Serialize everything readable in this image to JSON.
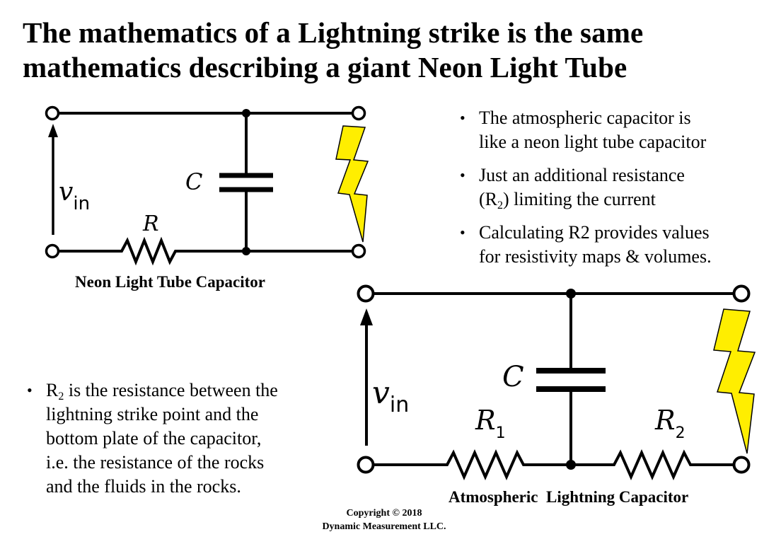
{
  "title": {
    "line1": "The mathematics of a Lightning strike is the same",
    "line2": "mathematics describing a giant Neon Light Tube"
  },
  "bullets_top": [
    {
      "lines": [
        "The atmospheric capacitor is",
        "like a neon light tube capacitor"
      ]
    },
    {
      "line1_pre": "Just an additional resistance",
      "line2_pre": "(R",
      "line2_sub": "2",
      "line2_post": ") limiting the current"
    },
    {
      "lines": [
        "Calculating R2 provides values",
        "for resistivity maps & volumes."
      ]
    }
  ],
  "bullet_bottom": {
    "pre": "R",
    "sub": "2",
    "line1_post": " is the resistance between the",
    "lines": [
      "lightning strike point and the",
      "bottom plate of the capacitor,",
      "i.e. the resistance of the rocks",
      "and the fluids in the rocks."
    ]
  },
  "circuit_neon": {
    "caption": "Neon Light Tube Capacitor",
    "capacitor_label": "C",
    "resistor_label": "R",
    "voltage_label": "v",
    "voltage_sub": "in"
  },
  "circuit_atmospheric": {
    "caption": "Atmospheric  Lightning Capacitor",
    "capacitor_label": "C",
    "resistor1_label": "R",
    "resistor1_sub": "1",
    "resistor2_label": "R",
    "resistor2_sub": "2",
    "voltage_label": "v",
    "voltage_sub": "in"
  },
  "copyright": {
    "line1": "Copyright  © 2018",
    "line2": "Dynamic Measurement LLC."
  },
  "colors": {
    "lightning_fill": "#ffee00",
    "wire": "#000000",
    "background": "#ffffff"
  }
}
